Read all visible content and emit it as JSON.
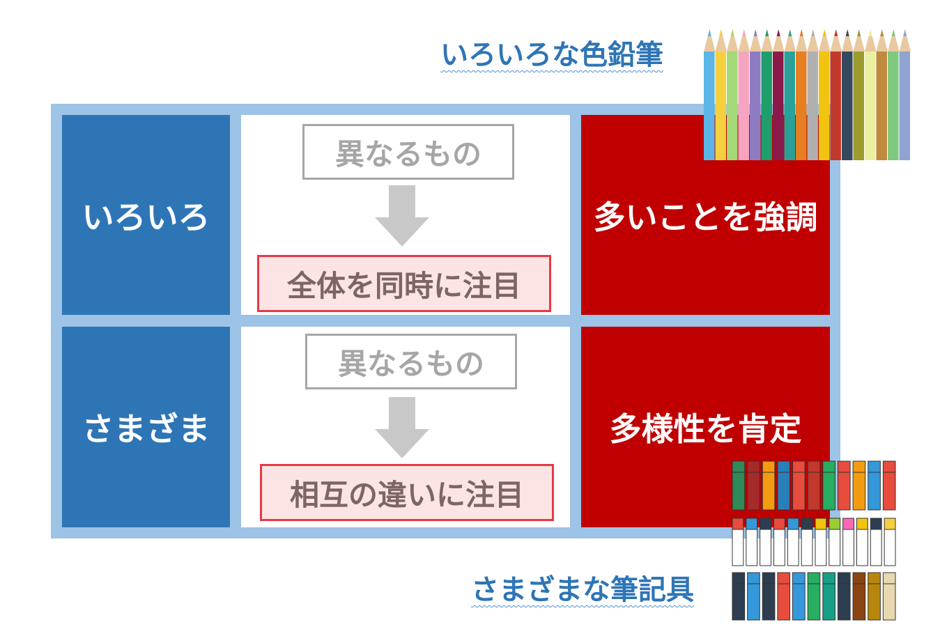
{
  "captions": {
    "top": "いろいろな色鉛筆",
    "bottom": "さまざまな筆記具"
  },
  "rows": [
    {
      "term": "いろいろ",
      "from": "異なるもの",
      "to": "全体を同時に注目",
      "meaning": "多いことを強調"
    },
    {
      "term": "さまざま",
      "from": "異なるもの",
      "to": "相互の違いに注目",
      "meaning": "多様性を肯定"
    }
  ],
  "colors": {
    "term_bg": "#2e75b6",
    "meaning_bg": "#c00000",
    "frame": "#9dc3e6",
    "caption": "#2e75b6"
  },
  "icons": {
    "top_illustration": "colored-pencils-icon",
    "bottom_illustration": "writing-tools-icon",
    "arrow": "arrow-down-icon"
  }
}
